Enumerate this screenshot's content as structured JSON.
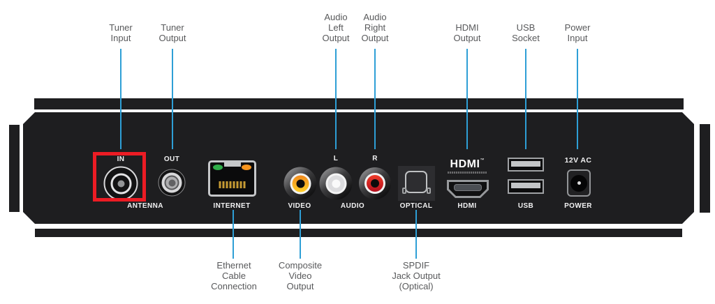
{
  "colors": {
    "device_black": "#1E1E20",
    "leader_line_blue": "#2E9FD6",
    "callout_gray": "#58595B",
    "highlight_red": "#EC1C24",
    "rca_yellow": "#FFCF27",
    "rca_white": "#F2F2F2",
    "rca_red": "#D01021",
    "led_green": "#2FAE49",
    "led_orange": "#F7941D"
  },
  "callouts_top": [
    {
      "id": "tuner-input",
      "text": "Tuner\nInput"
    },
    {
      "id": "tuner-output",
      "text": "Tuner\nOutput"
    },
    {
      "id": "audio-left-output",
      "text": "Audio\nLeft\nOutput"
    },
    {
      "id": "audio-right-output",
      "text": "Audio\nRight\nOutput"
    },
    {
      "id": "hdmi-output",
      "text": "HDMI\nOutput"
    },
    {
      "id": "usb-socket",
      "text": "USB\nSocket"
    },
    {
      "id": "power-input",
      "text": "Power\nInput"
    }
  ],
  "callouts_bottom": [
    {
      "id": "ethernet-cable-connection",
      "text": "Ethernet\nCable\nConnection"
    },
    {
      "id": "composite-video-output",
      "text": "Composite\nVideo\nOutput"
    },
    {
      "id": "spdif-jack-output",
      "text": "SPDIF\nJack Output\n(Optical)"
    }
  ],
  "panel_labels": {
    "antenna_in": "IN",
    "antenna_out": "OUT",
    "antenna": "ANTENNA",
    "internet": "INTERNET",
    "video": "VIDEO",
    "audio_l": "L",
    "audio_r": "R",
    "audio": "AUDIO",
    "optical": "OPTICAL",
    "hdmi": "HDMI",
    "hdmi_logo": "HDMI",
    "hdmi_logo_tm": "™",
    "usb": "USB",
    "power_rating": "12V AC",
    "power": "POWER"
  }
}
